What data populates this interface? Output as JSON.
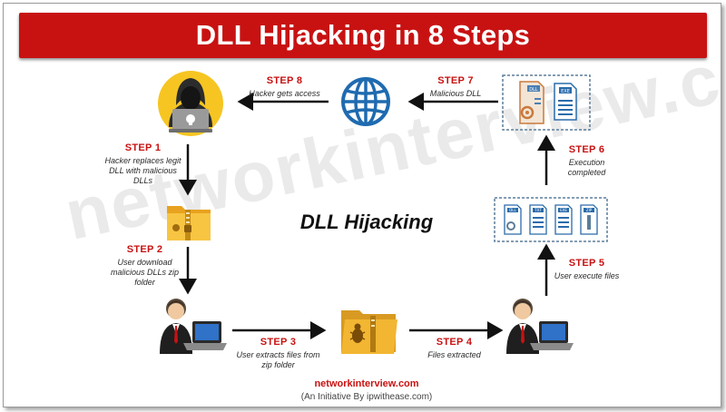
{
  "banner": {
    "title": "DLL Hijacking in 8 Steps"
  },
  "center_title": "DLL Hijacking",
  "watermark": "networkinterview.com",
  "steps": [
    {
      "label": "STEP 1",
      "desc": "Hacker replaces legit DLL with malicious DLLs"
    },
    {
      "label": "STEP 2",
      "desc": "User download malicious DLLs zip folder"
    },
    {
      "label": "STEP 3",
      "desc": "User extracts files from zip folder"
    },
    {
      "label": "STEP 4",
      "desc": "Files extracted"
    },
    {
      "label": "STEP 5",
      "desc": "User execute files"
    },
    {
      "label": "STEP 6",
      "desc": "Execution completed"
    },
    {
      "label": "STEP 7",
      "desc": "Malicious DLL"
    },
    {
      "label": "STEP 8",
      "desc": "Hacker gets access"
    }
  ],
  "file_tags": {
    "dll": "DLL",
    "exe": "EXE",
    "txt": "TXT",
    "zip": "ZIP"
  },
  "footer": {
    "site": "networkinterview.com",
    "sub": "(An Initiative By ipwithease.com)"
  },
  "colors": {
    "accent": "#c81212",
    "arrow": "#111111",
    "globe": "#1f6bb0"
  }
}
